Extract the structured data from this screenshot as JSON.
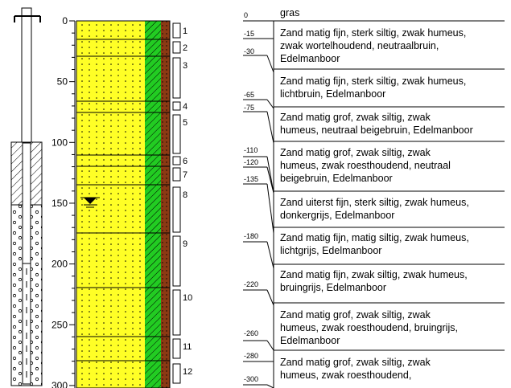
{
  "depth_axis": {
    "ticks": [
      "0",
      "50",
      "100",
      "150",
      "200",
      "250",
      "300"
    ]
  },
  "samples": [
    "1",
    "2",
    "3",
    "4",
    "5",
    "6",
    "7",
    "8",
    "9",
    "10",
    "11",
    "12"
  ],
  "depth_labels": [
    "0",
    "-15",
    "-30",
    "-65",
    "-75",
    "-110",
    "-120",
    "-135",
    "-180",
    "-220",
    "-260",
    "-280",
    "-300"
  ],
  "layers": [
    {
      "lines": [
        "gras"
      ]
    },
    {
      "lines": [
        "Zand matig fijn, sterk siltig, zwak humeus,",
        "zwak wortelhoudend, neutraalbruin,",
        "Edelmanboor"
      ]
    },
    {
      "lines": [
        "Zand matig fijn, sterk siltig, zwak humeus,",
        "lichtbruin,  Edelmanboor"
      ]
    },
    {
      "lines": [
        "Zand matig grof, zwak siltig, zwak",
        "humeus, neutraal beigebruin, Edelmanboor"
      ]
    },
    {
      "lines": [
        "Zand matig grof, zwak siltig, zwak",
        "humeus, zwak roesthoudend, neutraal",
        "beigebruin,  Edelmanboor"
      ]
    },
    {
      "lines": [
        "Zand uiterst fijn, sterk siltig, zwak humeus,",
        "donkergrijs,  Edelmanboor"
      ]
    },
    {
      "lines": [
        "Zand matig fijn, matig siltig, zwak humeus,",
        "lichtgrijs,   Edelmanboor"
      ]
    },
    {
      "lines": [
        "Zand matig fijn, zwak siltig, zwak humeus,",
        "bruingrijs,  Edelmanboor"
      ]
    },
    {
      "lines": [
        "Zand matig grof, zwak siltig, zwak",
        "humeus, zwak roesthoudend, bruingrijs,",
        "Edelmanboor"
      ]
    },
    {
      "lines": [
        "Zand matig grof, zwak siltig, zwak",
        "humeus, zwak roesthoudend,"
      ]
    }
  ],
  "colors": {
    "sand": "#ffff26",
    "humus": "#22cc22",
    "peat": "#8b3a14",
    "line": "#000000"
  },
  "icons": {
    "groundwater": "groundwater-level-icon"
  }
}
